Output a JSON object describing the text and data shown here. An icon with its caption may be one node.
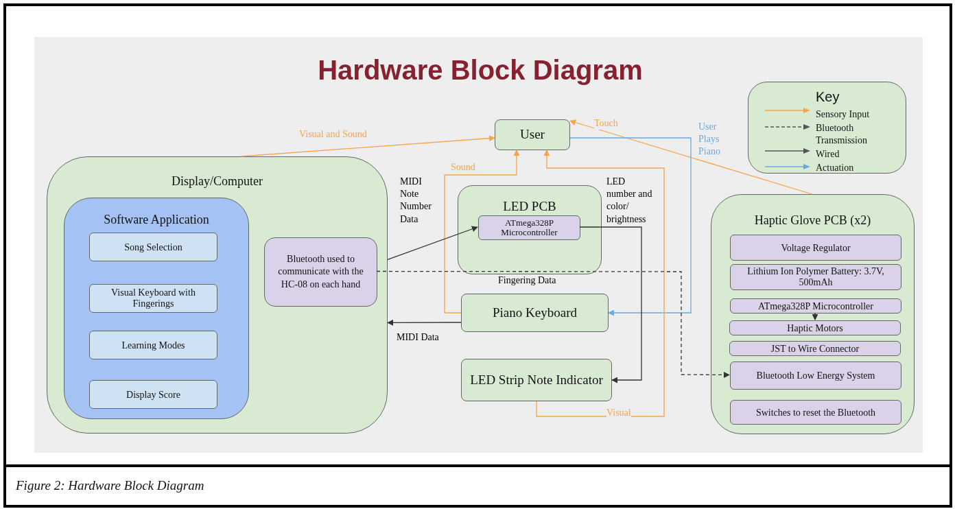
{
  "diagram": {
    "title": "Hardware Block Diagram",
    "caption": "Figure 2: Hardware Block Diagram",
    "nodes": [
      {
        "text": [
          "User"
        ]
      },
      {
        "text": [
          "Display/Computer"
        ]
      },
      {
        "text": [
          "Software Application"
        ],
        "in": 1
      },
      {
        "text": [
          "Song Selection"
        ],
        "in": 2
      },
      {
        "text": [
          "Visual Keyboard with Fingerings"
        ],
        "in": 2
      },
      {
        "text": [
          "Learning Modes"
        ],
        "in": 2
      },
      {
        "text": [
          "Display Score"
        ],
        "in": 2
      },
      {
        "text": [
          "Bluetooth used to communicate with the HC-08 on each hand"
        ],
        "in": 1
      },
      {
        "text": [
          "LED PCB"
        ]
      },
      {
        "text": [
          "ATmega328P Microcontroller"
        ],
        "in": 8
      },
      {
        "text": [
          "Piano Keyboard"
        ]
      },
      {
        "text": [
          "LED Strip Note Indicator"
        ]
      },
      {
        "text": [
          "Haptic Glove PCB (x2)"
        ]
      },
      {
        "text": [
          "Voltage  Regulator"
        ],
        "in": 12
      },
      {
        "text": [
          "Lithium Ion Polymer Battery: 3.7V, 500mAh"
        ],
        "in": 12
      },
      {
        "text": [
          "ATmega328P  Microcontroller"
        ],
        "in": 12
      },
      {
        "text": [
          "Haptic Motors"
        ],
        "in": 12
      },
      {
        "text": [
          "JST to Wire Connector"
        ],
        "in": 12
      },
      {
        "text": [
          "Bluetooth Low Energy System"
        ],
        "in": 12
      },
      {
        "text": [
          "Switches to reset the Bluetooth"
        ],
        "in": 12
      }
    ],
    "edges": [
      {
        "from": 1,
        "to": 0,
        "arrow": "to",
        "label": "Visual and Sound",
        "color": "#f6a54a"
      },
      {
        "from": 12,
        "to": 0,
        "arrow": "to",
        "label": "Touch",
        "color": "#f6a54a"
      },
      {
        "from": 0,
        "to": 10,
        "arrow": "to",
        "label": "User Plays Piano",
        "color": "#6fa8dc"
      },
      {
        "from": 10,
        "to": 0,
        "arrow": "to",
        "label": "Sound",
        "color": "#f6a54a"
      },
      {
        "from": 11,
        "to": 0,
        "arrow": "to",
        "label": "Visual",
        "color": "#f6a54a"
      },
      {
        "from": 1,
        "to": 9,
        "arrow": "to",
        "label": "MIDI Note Number Data"
      },
      {
        "from": 9,
        "to": 11,
        "arrow": "to",
        "label": "LED number and color/ brightness"
      },
      {
        "from": 10,
        "to": 1,
        "arrow": "to",
        "label": "MIDI Data"
      },
      {
        "from": 7,
        "to": 18,
        "arrow": "to",
        "label": "Fingering Data",
        "style": "dashed"
      },
      {
        "from": 15,
        "to": 16,
        "arrow": "to"
      }
    ],
    "labels": [
      "Key"
    ],
    "legend": [
      {
        "text": "Sensory Input"
      },
      {
        "text": "Bluetooth Transmission"
      },
      {
        "text": "Wired"
      },
      {
        "text": "Actuation"
      }
    ]
  }
}
